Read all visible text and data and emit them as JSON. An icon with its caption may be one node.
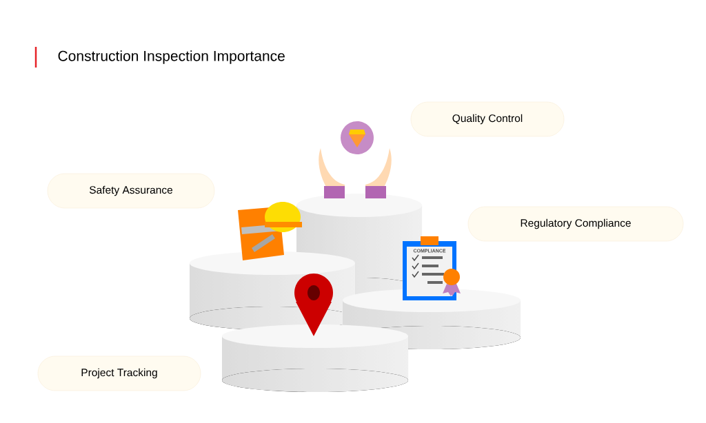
{
  "diagram": {
    "title": "Construction Inspection Importance",
    "nodes": [
      {
        "text": [
          "Quality Control"
        ]
      },
      {
        "text": [
          "Safety Assurance"
        ]
      },
      {
        "text": [
          "Regulatory Compliance"
        ]
      },
      {
        "text": [
          "Project Tracking"
        ]
      }
    ],
    "labels": [
      "COMPLIANCE"
    ]
  }
}
